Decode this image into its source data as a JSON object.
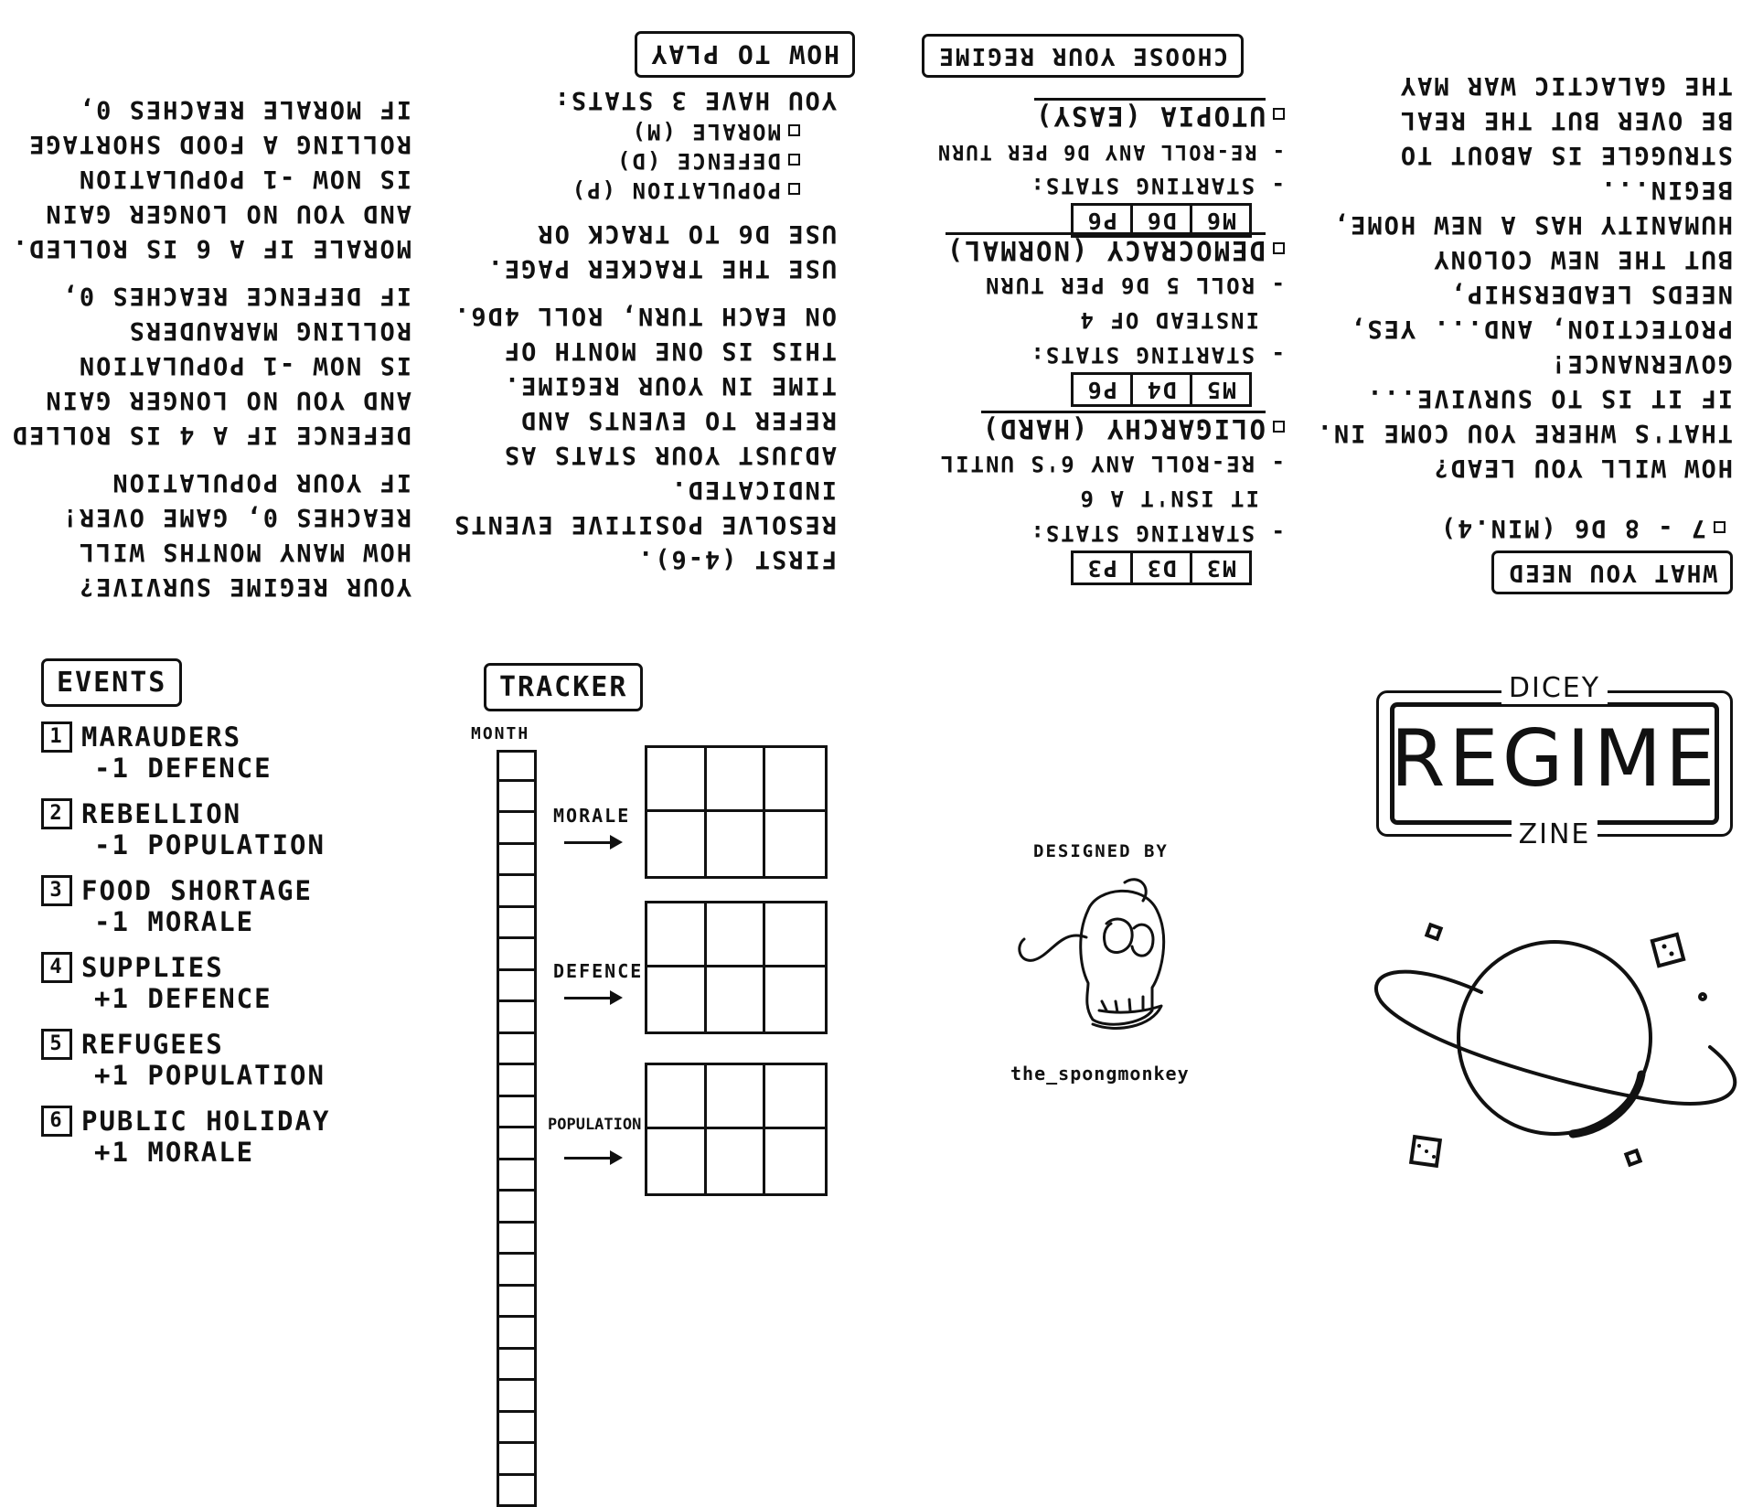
{
  "intro": {
    "lines": [
      "THE GALACTIC WAR MAY",
      "BE OVER BUT THE REAL",
      "STRUGGLE IS ABOUT TO",
      "BEGIN...",
      "HUMANITY HAS A NEW HOME,",
      "BUT THE NEW COLONY",
      "NEEDS LEADERSHIP,",
      "PROTECTION, AND... YES,",
      "GOVERNANCE!",
      "IF IT IS TO SURVIVE...",
      "THAT'S WHERE YOU COME IN.",
      "HOW WILL YOU LEAD?"
    ],
    "need_title": "WHAT YOU NEED",
    "need_item": "7 - 8 d6 (min.4)"
  },
  "regime": {
    "title": "CHOOSE YOUR REGIME",
    "utopia": "UTOPIA (EASY)",
    "utopia_rule": "- RE-ROLL ANY d6 PER TURN",
    "utopia_stats_label": "- STARTING STATS:",
    "utopia_stats": [
      "M6",
      "D6",
      "P6"
    ],
    "democracy": "DEMOCRACY (NORMAL)",
    "democracy_rule1": "- ROLL 5 d6 PER TURN",
    "democracy_rule2": "INSTEAD OF 4",
    "democracy_stats_label": "- STARTING STATS:",
    "democracy_stats": [
      "M5",
      "D4",
      "P6"
    ],
    "oligarchy": "OLIGARCHY (HARD)",
    "oligarchy_rule1": "- RE-ROLL ANY 6's UNTIL",
    "oligarchy_rule2": "IT ISN'T A 6",
    "oligarchy_stats_label": "- STARTING STATS:",
    "oligarchy_stats": [
      "M3",
      "D3",
      "P3"
    ]
  },
  "howto": {
    "title": "HOW TO PLAY",
    "intro": "YOU HAVE 3 STATS:",
    "stats": [
      "MORALE (M)",
      "DEFENCE (D)",
      "POPULATION (P)"
    ],
    "lines": [
      "USE d6 TO TRACK OR",
      "USE THE TRACKER PAGE.",
      "ON EACH TURN, ROLL 4d6.",
      "THIS IS ONE MONTH OF",
      "TIME IN YOUR REGIME.",
      "REFER TO EVENTS AND",
      "ADJUST YOUR STATS AS",
      "INDICATED.",
      "RESOLVE POSITIVE EVENTS",
      "FIRST (4-6)."
    ]
  },
  "rules": {
    "lines": [
      "IF MORALE REACHES 0,",
      "ROLLING A FOOD SHORTAGE",
      "IS NOW -1 POPULATION",
      "AND YOU NO LONGER GAIN",
      "MORALE IF A 6 IS ROLLED.",
      "IF DEFENCE REACHES 0,",
      "ROLLING MARAUDERS",
      "IS NOW -1 POPULATION",
      "AND YOU NO LONGER GAIN",
      "DEFENCE IF A 4 IS ROLLED",
      "IF YOUR POPULATION",
      "REACHES 0, GAME OVER!",
      "HOW MANY MONTHS WILL",
      "YOUR REGIME SURVIVE?"
    ]
  },
  "events": {
    "title": "EVENTS",
    "items": [
      {
        "num": "1",
        "name": "MARAUDERS",
        "effect": "-1 DEFENCE"
      },
      {
        "num": "2",
        "name": "REBELLION",
        "effect": "-1 POPULATION"
      },
      {
        "num": "3",
        "name": "FOOD SHORTAGE",
        "effect": "-1 MORALE"
      },
      {
        "num": "4",
        "name": "SUPPLIES",
        "effect": "+1 DEFENCE"
      },
      {
        "num": "5",
        "name": "REFUGEES",
        "effect": "+1 POPULATION"
      },
      {
        "num": "6",
        "name": "PUBLIC HOLIDAY",
        "effect": "+1 MORALE"
      }
    ]
  },
  "tracker": {
    "title": "TRACKER",
    "month_label": "MONTH",
    "morale_label": "MORALE",
    "defence_label": "DEFENCE",
    "population_label": "POPULATION"
  },
  "credit": {
    "designed_by": "DESIGNED BY",
    "author": "the_spongmonkey"
  },
  "cover": {
    "top": "DICEY",
    "title": "REGIME",
    "bottom": "ZINE"
  }
}
